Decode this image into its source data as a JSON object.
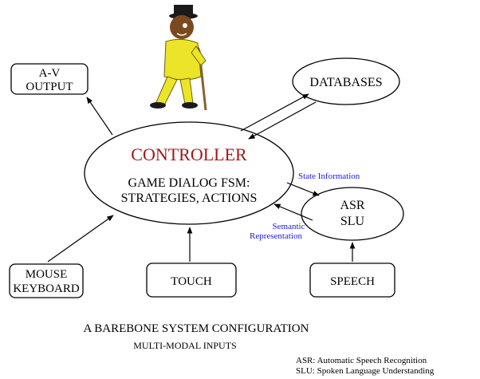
{
  "colors": {
    "ink": "#000000",
    "controller_title": "#a01818",
    "annotation": "#1a1adc",
    "figure_suit": "#ece428",
    "figure_skin": "#7a4a1e",
    "figure_hat": "#1a1a1a",
    "figure_cane": "#8a6030"
  },
  "nodes": {
    "av_output": {
      "line1": "A-V",
      "line2": "OUTPUT"
    },
    "databases": {
      "label": "DATABASES"
    },
    "controller": {
      "title": "CONTROLLER",
      "line1": "GAME DIALOG FSM:",
      "line2": "STRATEGIES, ACTIONS"
    },
    "asr_slu": {
      "line1": "ASR",
      "line2": "SLU"
    },
    "mouse_keyboard": {
      "line1": "MOUSE",
      "line2": "KEYBOARD"
    },
    "touch": {
      "label": "TOUCH"
    },
    "speech": {
      "label": "SPEECH"
    }
  },
  "edge_labels": {
    "state_information": "State Information",
    "semantic_line1": "Semantic",
    "semantic_line2": "Representation"
  },
  "captions": {
    "title": "A BAREBONE SYSTEM CONFIGURATION",
    "subtitle": "MULTI-MODAL INPUTS"
  },
  "legend": {
    "asr": "ASR: Automatic Speech Recognition",
    "slu": "SLU: Spoken Language Understanding"
  },
  "icons": {
    "mascot": "cartoon-character-with-top-hat-and-cane-icon"
  }
}
